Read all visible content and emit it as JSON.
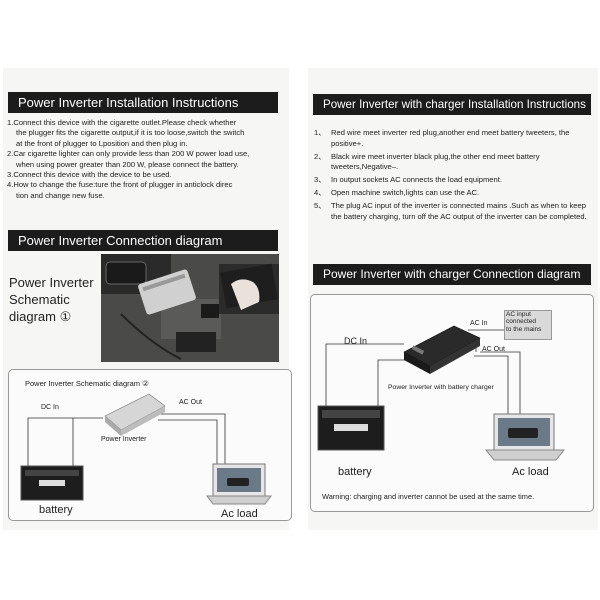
{
  "left": {
    "install_title": "Power Inverter Installation Instructions",
    "install_lines": [
      "1.Connect this device with the cigarette outlet.Please check whether",
      "the plugger fits the cigarette output,if it is too loose,switch the switch",
      "at the front of plugger to Lposition and then plug in.",
      "2.Car cigarette lighter can only provide less than 200 W power load use,",
      "when using power greater than 200 W, please connect the battery.",
      "3.Connect this device with the device to be used.",
      "4.How to change the fuse:ture the front of plugger in anticlock direc",
      "tion and change new fuse."
    ],
    "conn_title": "Power Inverter Connection diagram",
    "schematic_lines": [
      "Power Inverter",
      "Schematic",
      "diagram ①"
    ],
    "diagram2_title": "Power Inverter Schematic diagram ②",
    "dc_in": "DC In",
    "ac_out": "AC Out",
    "inverter": "Power Inverter",
    "battery": "battery",
    "ac_load": "Ac load"
  },
  "right": {
    "install_title": "Power Inverter with charger Installation Instructions",
    "steps": [
      {
        "n": "1、",
        "text": "Red wire meet inverter red plug,another end meet battery tweeters, the positive+."
      },
      {
        "n": "2、",
        "text": "Black wire meet inverter black plug,the other end meet battery tweeters,Negative–."
      },
      {
        "n": "3、",
        "text": "In output sockets AC connects the load equipment."
      },
      {
        "n": "4、",
        "text": "Open machine switch,lights can use the AC."
      },
      {
        "n": "5、",
        "text": "The plug AC  input of the inverter is connected mains .Such as when to keep the battery charging, turn off the AC output of the inverter can be completed."
      }
    ],
    "conn_title": "Power Inverter with charger Connection diagram",
    "ac_input_note": [
      "AC input",
      "connected",
      "to the mains"
    ],
    "ac_in": "AC In",
    "ac_out": "AC Out",
    "dc_in": "DC In",
    "inverter_charger": "Power Inverter with battery charger",
    "battery": "battery",
    "ac_load": "Ac load",
    "warning": "Warning: charging and inverter cannot be used at the same time."
  },
  "colors": {
    "header_bg": "#1c1c1c",
    "page_bg": "#f6f6f4",
    "inverter_silver": "#c8c8c8",
    "charger_dark": "#2a2a2a"
  }
}
